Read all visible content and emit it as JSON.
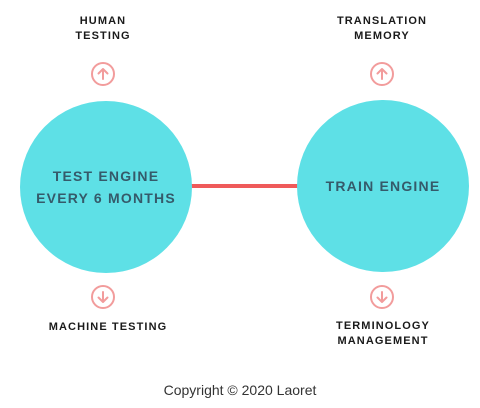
{
  "nodes": {
    "left": {
      "line1": "TEST ENGINE",
      "line2": "EVERY 6 MONTHS"
    },
    "right": {
      "label": "TRAIN ENGINE"
    }
  },
  "labels": {
    "top_left": {
      "line1": "HUMAN",
      "line2": "TESTING"
    },
    "top_right": {
      "line1": "TRANSLATION",
      "line2": "MEMORY"
    },
    "bottom_left": {
      "line1": "MACHINE TESTING"
    },
    "bottom_right": {
      "line1": "TERMINOLOGY",
      "line2": "MANAGEMENT"
    }
  },
  "icons": {
    "top_left": "arrow-up-circle-icon",
    "top_right": "arrow-up-circle-icon",
    "bottom_left": "arrow-down-circle-icon",
    "bottom_right": "arrow-down-circle-icon"
  },
  "footer": {
    "copyright": "Copyright © 2020 Laoret"
  },
  "colors": {
    "circle_fill": "#5ee0e6",
    "connector": "#ef5a5a",
    "icon_stroke": "#f29c9c",
    "node_text": "#355a6a"
  }
}
